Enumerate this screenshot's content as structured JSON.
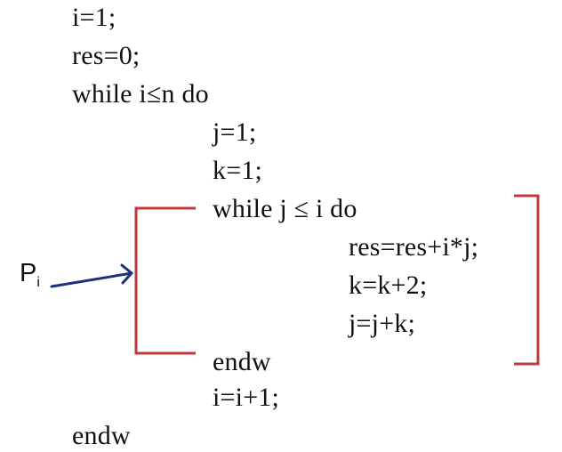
{
  "code": {
    "lines": [
      "i=1;",
      "res=0;",
      "while i≤n do",
      "j=1;",
      "k=1;",
      "while j ≤ i do",
      "res=res+i*j;",
      "k=k+2;",
      "j=j+k;",
      "endw",
      "i=i+1;",
      "endw"
    ]
  },
  "annotation": {
    "label_main": "P",
    "label_sub": "i"
  },
  "colors": {
    "bracket": "#c0393f",
    "arrow": "#1f2f7a",
    "text": "#111111"
  }
}
